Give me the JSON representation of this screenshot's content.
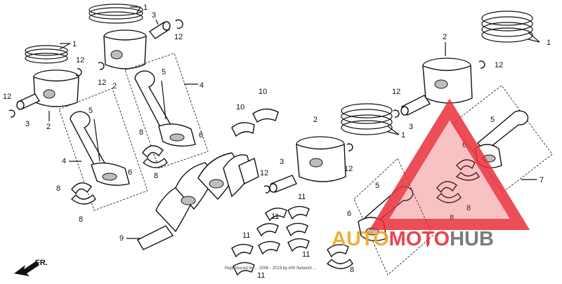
{
  "labels": {
    "ring": "1",
    "piston": "2",
    "pin": "3",
    "rod": "4",
    "bolt": "5",
    "nut": "6",
    "rod_assy": "7",
    "rod_bearing": "8",
    "crankshaft": "9",
    "thrust": "10",
    "main_bearing": "11",
    "clip": "12"
  },
  "direction": "FR.",
  "watermark": {
    "part1": "AUTO",
    "part2": "MOTO",
    "part3": "HUB",
    "colors": {
      "orange": "#f5a623",
      "red": "#e8303a",
      "gray": "#6e6e6e"
    }
  },
  "copyright": "Reproduced by ...  2006 - 2019 by ARI Network ..."
}
